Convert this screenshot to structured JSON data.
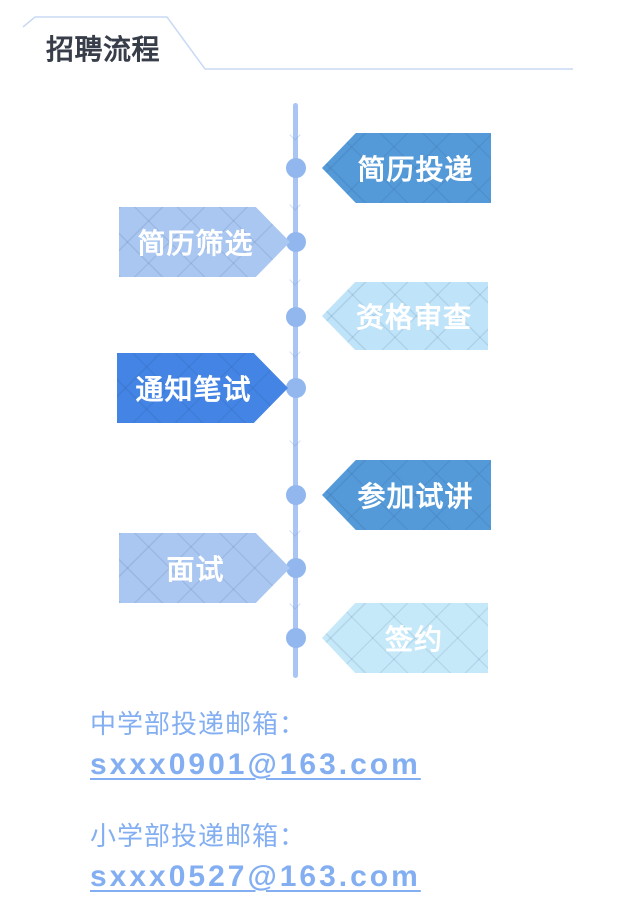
{
  "header": {
    "title": "招聘流程"
  },
  "timeline": {
    "steps": [
      {
        "label": "简历投递",
        "side": "right",
        "color": "#549ad8"
      },
      {
        "label": "简历筛选",
        "side": "left",
        "color": "#a9c7f0"
      },
      {
        "label": "资格审查",
        "side": "right",
        "color": "#bfe3f8"
      },
      {
        "label": "通知笔试",
        "side": "left",
        "color": "#4384e4"
      },
      {
        "label": "参加试讲",
        "side": "right",
        "color": "#549ad8"
      },
      {
        "label": "面试",
        "side": "left",
        "color": "#a9c7f0"
      },
      {
        "label": "签约",
        "side": "right",
        "color": "#c6e9f9"
      }
    ],
    "line_color": "#a9c5f4",
    "dot_color": "#92b7ee"
  },
  "contacts": [
    {
      "label": "中学部投递邮箱：",
      "email": "sxxx0901@163.com"
    },
    {
      "label": "小学部投递邮箱：",
      "email": "sxxx0527@163.com"
    }
  ],
  "colors": {
    "title_text": "#373d49",
    "header_outline": "#c8daf4",
    "contact_text": "#83aff2"
  }
}
